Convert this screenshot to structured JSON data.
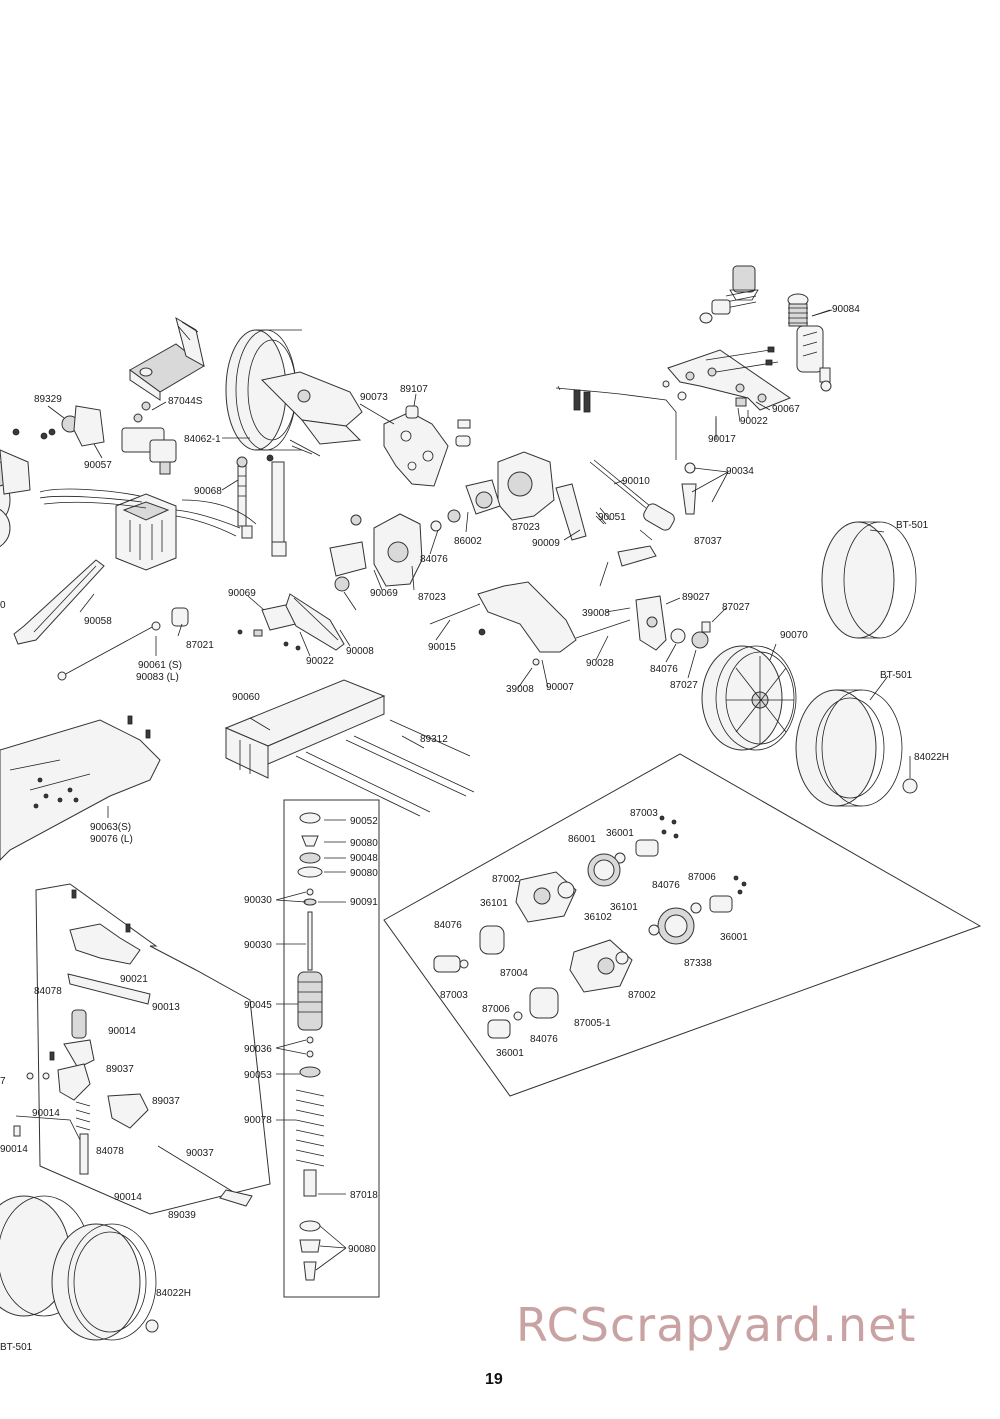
{
  "page": {
    "number": "19",
    "watermark": "RCScrapyard.net"
  },
  "part_labels": [
    "90084",
    "90067",
    "90022",
    "90017",
    "90034",
    "90010",
    "90051",
    "87037",
    "89107",
    "90073",
    "87044S",
    "84062-1",
    "89329",
    "90057",
    "90068",
    "86002",
    "87023",
    "90009",
    "84076",
    "90069",
    "87023",
    "89027",
    "87027",
    "39008",
    "90070",
    "BT-501",
    "90058",
    "87021",
    "90061 (S)",
    "90083 (L)",
    "90069",
    "90022",
    "90008",
    "90015",
    "90028",
    "84076",
    "87027",
    "39008",
    "90007",
    "BT-501",
    "90060",
    "89312",
    "84022H",
    "90063(S)",
    "90076 (L)",
    "90052",
    "90080",
    "90048",
    "90080",
    "90030",
    "90091",
    "90030",
    "90045",
    "90036",
    "90053",
    "90078",
    "87018",
    "90080",
    "87003",
    "86001",
    "36001",
    "87002",
    "36101",
    "84076",
    "36102",
    "36101",
    "87006",
    "84076",
    "87004",
    "87338",
    "87003",
    "87002",
    "36001",
    "87006",
    "84076",
    "87005-1",
    "36001",
    "90021",
    "84078",
    "90013",
    "90014",
    "89037",
    "89037",
    "90014",
    "84078",
    "90037",
    "90014",
    "90014",
    "89039",
    "84022H",
    "BT-501",
    "0",
    "7"
  ]
}
